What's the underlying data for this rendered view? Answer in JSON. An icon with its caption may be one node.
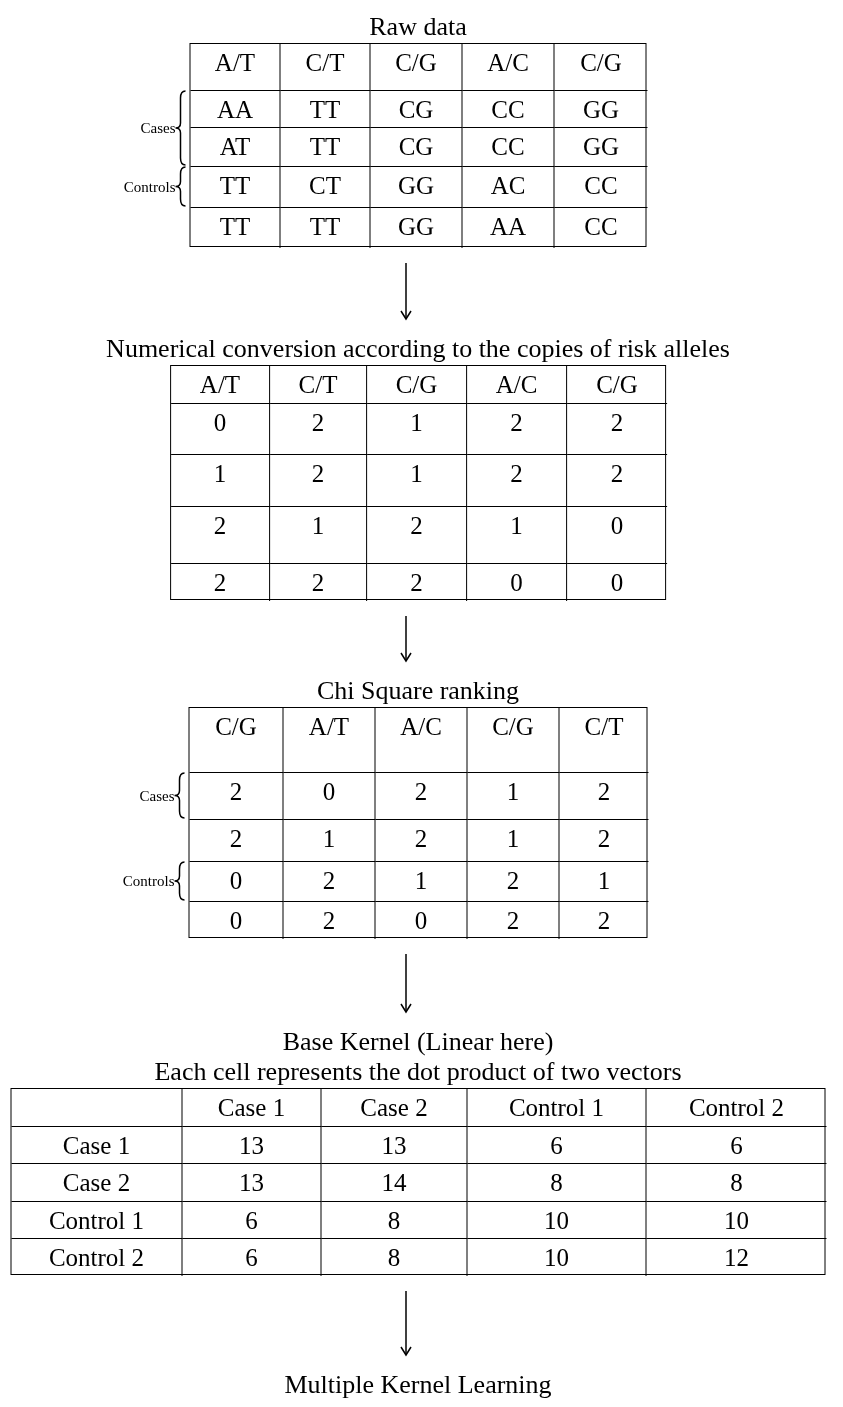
{
  "diagram": {
    "nodes": [
      {
        "text": [
          "Raw data"
        ]
      },
      {
        "text": [
          "Numerical conversion according to the copies of risk alleles"
        ]
      },
      {
        "text": [
          "Chi Square ranking"
        ]
      },
      {
        "text": [
          "Base Kernel (Linear here)",
          "Each cell represents the dot product of two vectors"
        ]
      },
      {
        "text": [
          "Multiple Kernel Learning"
        ]
      }
    ],
    "edges": [
      {
        "from": 0,
        "to": 1,
        "arrow": "to"
      },
      {
        "from": 1,
        "to": 2,
        "arrow": "to"
      },
      {
        "from": 2,
        "to": 3,
        "arrow": "to"
      },
      {
        "from": 3,
        "to": 4,
        "arrow": "to"
      }
    ],
    "labels": [
      "A/T",
      "C/T",
      "C/G",
      "A/C",
      "C/G",
      "Cases",
      "AA",
      "TT",
      "CG",
      "CC",
      "GG",
      "AT",
      "TT",
      "CG",
      "CC",
      "GG",
      "Controls",
      "TT",
      "CT",
      "GG",
      "AC",
      "CC",
      "TT",
      "TT",
      "GG",
      "AA",
      "CC",
      "A/T",
      "C/T",
      "C/G",
      "A/C",
      "C/G",
      "0",
      "2",
      "1",
      "2",
      "2",
      "1",
      "2",
      "1",
      "2",
      "2",
      "2",
      "1",
      "2",
      "1",
      "0",
      "2",
      "2",
      "2",
      "0",
      "0",
      "C/G",
      "A/T",
      "A/C",
      "C/G",
      "C/T",
      "Cases",
      "2",
      "0",
      "2",
      "1",
      "2",
      "2",
      "1",
      "2",
      "1",
      "2",
      "Controls",
      "0",
      "2",
      "1",
      "2",
      "1",
      "0",
      "2",
      "0",
      "2",
      "2",
      "Case 1",
      "Case 2",
      "Control 1",
      "Control 2",
      "Case 1",
      "13",
      "13",
      "6",
      "6",
      "Case 2",
      "13",
      "14",
      "8",
      "8",
      "Control 1",
      "6",
      "8",
      "10",
      "10",
      "Control 2",
      "6",
      "8",
      "10",
      "12"
    ]
  }
}
